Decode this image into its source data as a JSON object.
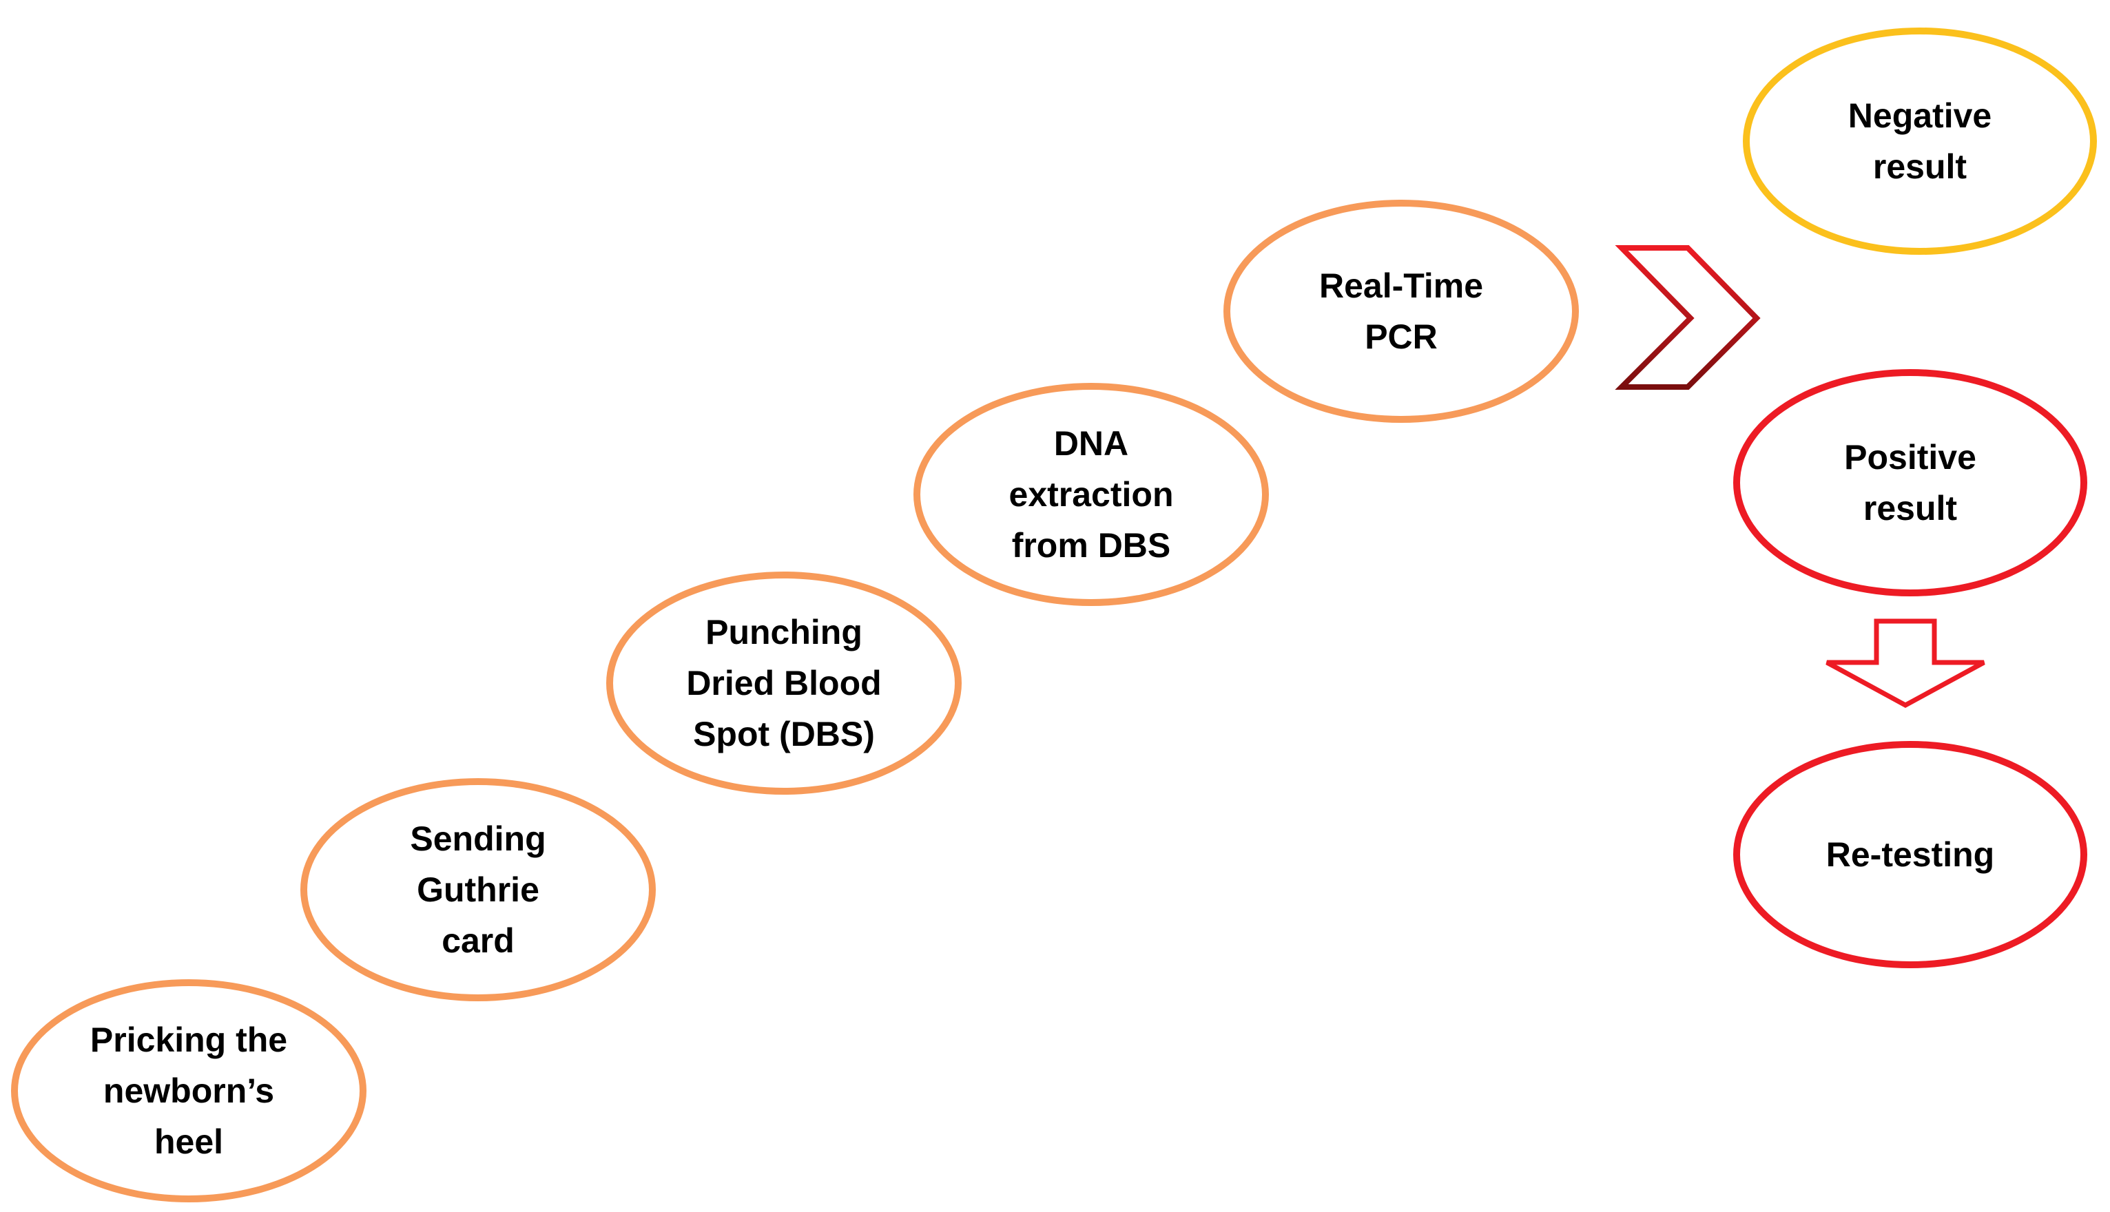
{
  "steps": [
    {
      "label": "Pricking the\nnewborn’s\nheel"
    },
    {
      "label": "Sending\nGuthrie\ncard"
    },
    {
      "label": "Punching\nDried Blood\nSpot (DBS)"
    },
    {
      "label": "DNA\nextraction\nfrom DBS"
    },
    {
      "label": "Real-Time\nPCR"
    }
  ],
  "outcomes": {
    "negative": {
      "label": "Negative\nresult"
    },
    "positive": {
      "label": "Positive\nresult"
    },
    "retest": {
      "label": "Re-testing"
    }
  },
  "colors": {
    "step_border": "#F79A59",
    "negative_border": "#FBC01C",
    "positive_border": "#ED1B24",
    "chevron_stroke_light": "#ED1B24",
    "chevron_stroke_dark": "#7A0E0E",
    "down_arrow_stroke": "#ED1B24",
    "text": "#000000"
  },
  "icons": {
    "chevron": "chevron-right-icon",
    "down_arrow": "arrow-down-icon"
  }
}
